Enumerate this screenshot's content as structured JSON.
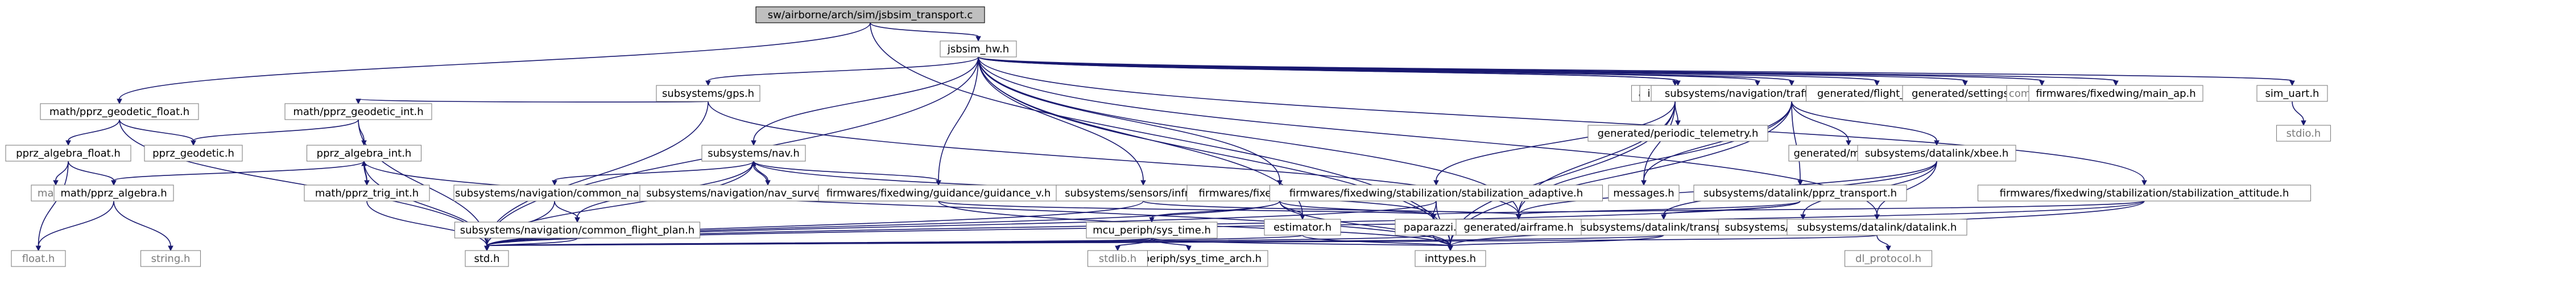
{
  "graph": {
    "kind": "include-dependency-graph",
    "colors": {
      "edge": "#191970",
      "box_border": "#808080",
      "root_fill": "#bfbfbf",
      "text": "#000000",
      "external_text": "#7a7a7a"
    },
    "nodes": [
      {
        "id": "root",
        "label": "sw/airborne/arch/sim/jsbsim_transport.c",
        "root": true
      },
      {
        "id": "jsbsim_hw",
        "label": "jsbsim_hw.h"
      },
      {
        "id": "pprz_geodetic_float",
        "label": "math/pprz_geodetic_float.h"
      },
      {
        "id": "pprz_algebra_float",
        "label": "pprz_algebra_float.h"
      },
      {
        "id": "pprz_geodetic_h",
        "label": "pprz_geodetic.h"
      },
      {
        "id": "math_h",
        "label": "math.h",
        "plain": true
      },
      {
        "id": "float_h",
        "label": "float.h",
        "plain": true
      },
      {
        "id": "math_pprz_algebra",
        "label": "math/pprz_algebra.h"
      },
      {
        "id": "string_h",
        "label": "string.h",
        "plain": true
      },
      {
        "id": "std_h",
        "label": "std.h"
      },
      {
        "id": "gps_h",
        "label": "subsystems/gps.h"
      },
      {
        "id": "pprz_geodetic_int",
        "label": "math/pprz_geodetic_int.h"
      },
      {
        "id": "pprz_algebra_int",
        "label": "pprz_algebra_int.h"
      },
      {
        "id": "pprz_trig_int",
        "label": "math/pprz_trig_int.h"
      },
      {
        "id": "nav_h",
        "label": "subsystems/nav.h"
      },
      {
        "id": "common_nav",
        "label": "subsystems/navigation/common_nav.h"
      },
      {
        "id": "nav_survey_rect",
        "label": "subsystems/navigation/nav_survey_rectangle.h"
      },
      {
        "id": "common_flight_plan",
        "label": "subsystems/navigation/common_flight_plan.h"
      },
      {
        "id": "guidance_v",
        "label": "firmwares/fixedwing/guidance/guidance_v.h"
      },
      {
        "id": "infrared",
        "label": "subsystems/sensors/infrared.h"
      },
      {
        "id": "autopilot",
        "label": "firmwares/fixedwing/autopilot.h"
      },
      {
        "id": "sys_time",
        "label": "mcu_periph/sys_time.h"
      },
      {
        "id": "sys_time_arch",
        "label": "mcu_periph/sys_time_arch.h"
      },
      {
        "id": "stdlib_h",
        "label": "stdlib.h",
        "plain": true
      },
      {
        "id": "ap_downlink",
        "label": "ap_downlink.h"
      },
      {
        "id": "periodic_telemetry",
        "label": "generated/periodic_telemetry.h"
      },
      {
        "id": "stab_adaptive",
        "label": "firmwares/fixedwing/stabilization/stabilization_adaptive.h"
      },
      {
        "id": "paparazzi_h",
        "label": "paparazzi.h"
      },
      {
        "id": "estimator_h",
        "label": "estimator.h"
      },
      {
        "id": "inttypes_h",
        "label": "inttypes.h"
      },
      {
        "id": "messages_h",
        "label": "messages.h"
      },
      {
        "id": "datalink_downlink",
        "label": "subsystems/datalink/downlink.h"
      },
      {
        "id": "pprz_transport",
        "label": "subsystems/datalink/pprz_transport.h"
      },
      {
        "id": "generated_modules",
        "label": "generated/modules.h"
      },
      {
        "id": "xbee_h",
        "label": "subsystems/datalink/xbee.h"
      },
      {
        "id": "dl_transport",
        "label": "subsystems/datalink/transport.h"
      },
      {
        "id": "xbee24",
        "label": "subsystems/datalink/xbee24.h"
      },
      {
        "id": "airframe_h",
        "label": "generated/airframe.h"
      },
      {
        "id": "datalink_h",
        "label": "subsystems/datalink/datalink.h"
      },
      {
        "id": "dl_protocol",
        "label": "dl_protocol.h",
        "plain": true
      },
      {
        "id": "inter_mcu",
        "label": "inter_mcu.h"
      },
      {
        "id": "traffic_info",
        "label": "subsystems/navigation/traffic_info.h"
      },
      {
        "id": "flight_plan",
        "label": "generated/flight_plan.h"
      },
      {
        "id": "settings_h",
        "label": "generated/settings.h"
      },
      {
        "id": "commands_h",
        "label": "commands.h",
        "plain": true
      },
      {
        "id": "main_ap",
        "label": "firmwares/fixedwing/main_ap.h"
      },
      {
        "id": "sim_uart",
        "label": "sim_uart.h"
      },
      {
        "id": "stdio_h",
        "label": "stdio.h",
        "plain": true
      },
      {
        "id": "stab_attitude",
        "label": "firmwares/fixedwing/stabilization/stabilization_attitude.h"
      }
    ],
    "edges": [
      [
        "root",
        "jsbsim_hw"
      ],
      [
        "root",
        "pprz_geodetic_float"
      ],
      [
        "root",
        "inttypes_h"
      ],
      [
        "jsbsim_hw",
        "std_h"
      ],
      [
        "jsbsim_hw",
        "gps_h"
      ],
      [
        "jsbsim_hw",
        "nav_h"
      ],
      [
        "jsbsim_hw",
        "guidance_v"
      ],
      [
        "jsbsim_hw",
        "infrared"
      ],
      [
        "jsbsim_hw",
        "autopilot"
      ],
      [
        "jsbsim_hw",
        "ap_downlink"
      ],
      [
        "jsbsim_hw",
        "estimator_h"
      ],
      [
        "jsbsim_hw",
        "inttypes_h"
      ],
      [
        "jsbsim_hw",
        "inter_mcu"
      ],
      [
        "jsbsim_hw",
        "traffic_info"
      ],
      [
        "jsbsim_hw",
        "flight_plan"
      ],
      [
        "jsbsim_hw",
        "settings_h"
      ],
      [
        "jsbsim_hw",
        "commands_h"
      ],
      [
        "jsbsim_hw",
        "main_ap"
      ],
      [
        "jsbsim_hw",
        "sim_uart"
      ],
      [
        "jsbsim_hw",
        "datalink_downlink"
      ],
      [
        "jsbsim_hw",
        "stab_attitude"
      ],
      [
        "jsbsim_hw",
        "airframe_h"
      ],
      [
        "jsbsim_hw",
        "datalink_h"
      ],
      [
        "pprz_geodetic_float",
        "pprz_algebra_float"
      ],
      [
        "pprz_geodetic_float",
        "pprz_geodetic_h"
      ],
      [
        "pprz_geodetic_float",
        "std_h"
      ],
      [
        "pprz_algebra_float",
        "math_pprz_algebra"
      ],
      [
        "pprz_algebra_float",
        "math_h"
      ],
      [
        "pprz_algebra_float",
        "float_h"
      ],
      [
        "math_pprz_algebra",
        "float_h"
      ],
      [
        "math_pprz_algebra",
        "string_h"
      ],
      [
        "gps_h",
        "std_h"
      ],
      [
        "gps_h",
        "pprz_geodetic_int"
      ],
      [
        "gps_h",
        "airframe_h"
      ],
      [
        "pprz_geodetic_int",
        "pprz_geodetic_h"
      ],
      [
        "pprz_geodetic_int",
        "pprz_algebra_int"
      ],
      [
        "pprz_geodetic_int",
        "std_h"
      ],
      [
        "pprz_algebra_int",
        "math_pprz_algebra"
      ],
      [
        "pprz_algebra_int",
        "pprz_trig_int"
      ],
      [
        "pprz_algebra_int",
        "std_h"
      ],
      [
        "pprz_algebra_int",
        "inttypes_h"
      ],
      [
        "pprz_trig_int",
        "pprz_algebra_int"
      ],
      [
        "pprz_trig_int",
        "std_h"
      ],
      [
        "nav_h",
        "std_h"
      ],
      [
        "nav_h",
        "common_nav"
      ],
      [
        "nav_h",
        "nav_survey_rect"
      ],
      [
        "nav_h",
        "guidance_v"
      ],
      [
        "nav_h",
        "paparazzi_h"
      ],
      [
        "nav_h",
        "common_flight_plan"
      ],
      [
        "nav_survey_rect",
        "nav_h"
      ],
      [
        "common_nav",
        "common_flight_plan"
      ],
      [
        "common_nav",
        "std_h"
      ],
      [
        "common_flight_plan",
        "std_h"
      ],
      [
        "guidance_v",
        "inttypes_h"
      ],
      [
        "guidance_v",
        "paparazzi_h"
      ],
      [
        "infrared",
        "std_h"
      ],
      [
        "infrared",
        "airframe_h"
      ],
      [
        "autopilot",
        "std_h"
      ],
      [
        "autopilot",
        "sys_time"
      ],
      [
        "autopilot",
        "estimator_h"
      ],
      [
        "autopilot",
        "inttypes_h"
      ],
      [
        "autopilot",
        "paparazzi_h"
      ],
      [
        "sys_time",
        "std_h"
      ],
      [
        "sys_time",
        "stdlib_h"
      ],
      [
        "sys_time",
        "sys_time_arch"
      ],
      [
        "sys_time",
        "inttypes_h"
      ],
      [
        "estimator_h",
        "std_h"
      ],
      [
        "estimator_h",
        "inttypes_h"
      ],
      [
        "ap_downlink",
        "periodic_telemetry"
      ],
      [
        "ap_downlink",
        "messages_h"
      ],
      [
        "ap_downlink",
        "stab_adaptive"
      ],
      [
        "ap_downlink",
        "inttypes_h"
      ],
      [
        "ap_downlink",
        "airframe_h"
      ],
      [
        "stab_adaptive",
        "paparazzi_h"
      ],
      [
        "stab_adaptive",
        "inttypes_h"
      ],
      [
        "stab_adaptive",
        "std_h"
      ],
      [
        "datalink_downlink",
        "pprz_transport"
      ],
      [
        "datalink_downlink",
        "generated_modules"
      ],
      [
        "datalink_downlink",
        "xbee_h"
      ],
      [
        "datalink_downlink",
        "messages_h"
      ],
      [
        "datalink_downlink",
        "airframe_h"
      ],
      [
        "datalink_downlink",
        "inttypes_h"
      ],
      [
        "pprz_transport",
        "dl_transport"
      ],
      [
        "pprz_transport",
        "std_h"
      ],
      [
        "pprz_transport",
        "airframe_h"
      ],
      [
        "xbee_h",
        "xbee24"
      ],
      [
        "xbee_h",
        "dl_transport"
      ],
      [
        "xbee_h",
        "airframe_h"
      ],
      [
        "xbee_h",
        "datalink_h"
      ],
      [
        "dl_transport",
        "std_h"
      ],
      [
        "dl_transport",
        "inttypes_h"
      ],
      [
        "datalink_h",
        "dl_protocol"
      ],
      [
        "datalink_h",
        "std_h"
      ],
      [
        "stab_attitude",
        "std_h"
      ],
      [
        "stab_attitude",
        "paparazzi_h"
      ],
      [
        "stab_attitude",
        "inttypes_h"
      ],
      [
        "sim_uart",
        "stdio_h"
      ],
      [
        "paparazzi_h",
        "inttypes_h"
      ],
      [
        "paparazzi_h",
        "std_h"
      ]
    ]
  }
}
